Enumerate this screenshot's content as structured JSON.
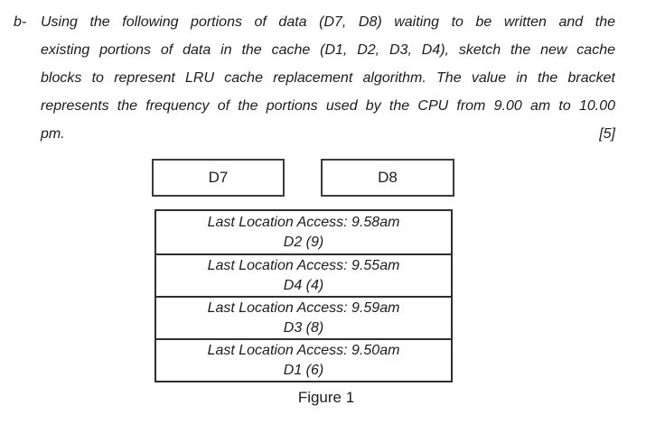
{
  "question": {
    "label": "b-",
    "lines": [
      "Using the following portions of data (D7, D8) waiting to be written and the",
      "existing portions of data in the cache (D1, D2, D3, D4), sketch the new cache",
      "blocks to represent LRU cache replacement algorithm. The value in the bracket",
      "represents the frequency of the portions used by the CPU from 9.00 am to 10.00"
    ],
    "last_line": "pm.",
    "marks": "[5]"
  },
  "pending_blocks": {
    "left": {
      "label": "D7"
    },
    "right": {
      "label": "D8"
    }
  },
  "cache_blocks": [
    {
      "access": "Last Location Access: 9.58am",
      "data": "D2 (9)"
    },
    {
      "access": "Last Location Access: 9.55am",
      "data": "D4 (4)"
    },
    {
      "access": "Last Location Access: 9.59am",
      "data": "D3 (8)"
    },
    {
      "access": "Last Location Access: 9.50am",
      "data": "D1 (6)"
    }
  ],
  "caption": "Figure 1",
  "colors": {
    "text": "#1c1c1c",
    "border": "#2e2e2e",
    "background": "#ffffff"
  }
}
